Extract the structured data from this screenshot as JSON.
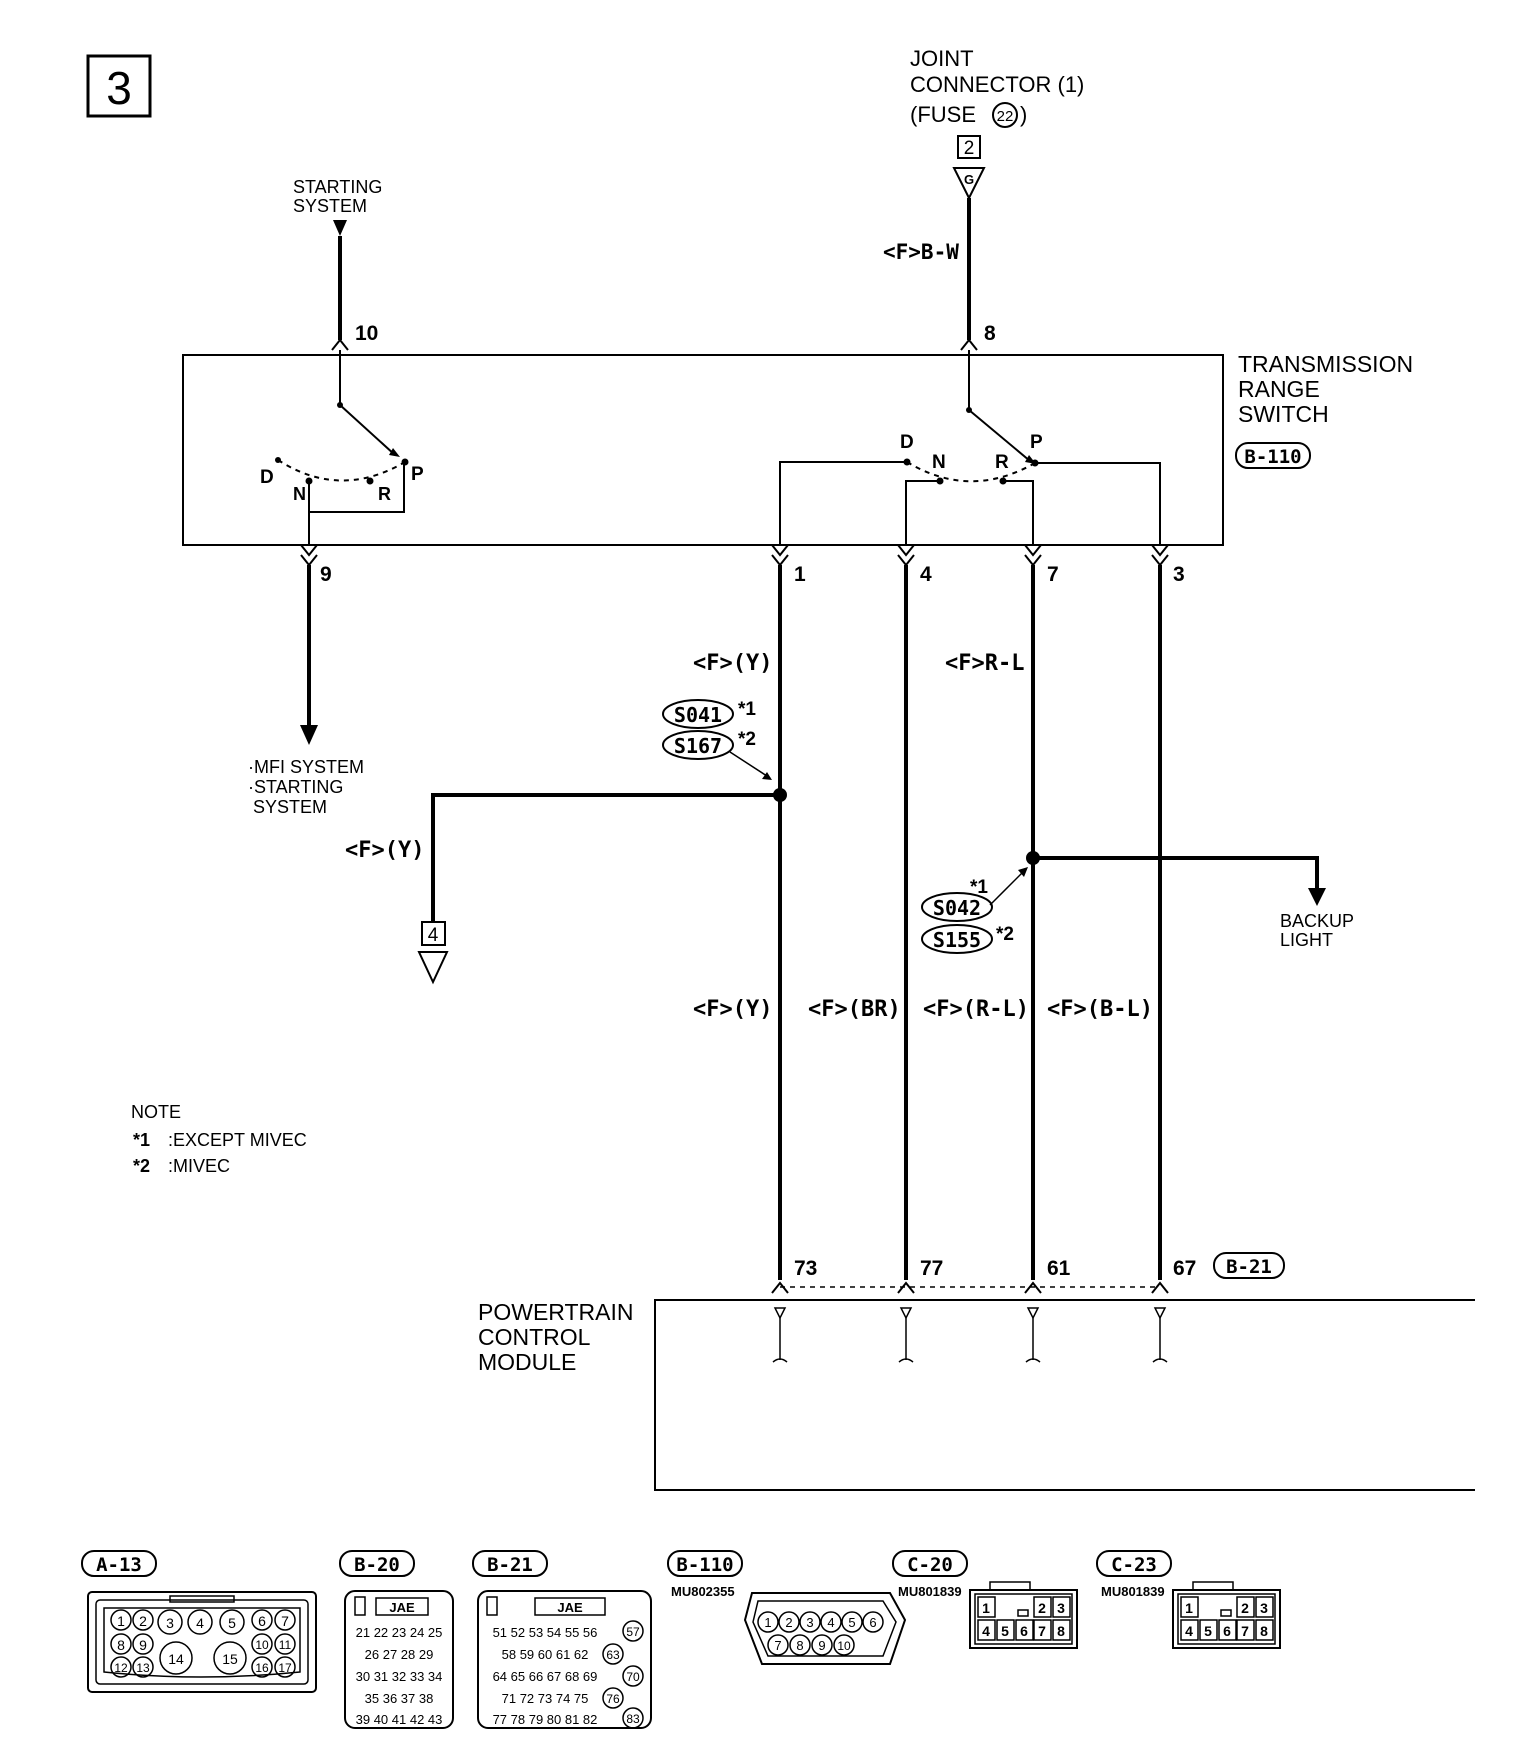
{
  "page_number": "3",
  "joint_connector": {
    "line1": "JOINT",
    "line2": "CONNECTOR (1)",
    "line3": "(FUSE",
    "fuse_no": "22",
    "close": ")",
    "terminal": "2",
    "arrow_mark": "G"
  },
  "starting_system_top": {
    "line1": "STARTING",
    "line2": "SYSTEM"
  },
  "transmission_range_switch": {
    "line1": "TRANSMISSION",
    "line2": "RANGE",
    "line3": "SWITCH",
    "code": "B-110"
  },
  "switch_terminals": {
    "t10": "10",
    "t8": "8",
    "t9": "9",
    "t1": "1",
    "t4": "4",
    "t7": "7",
    "t3": "3"
  },
  "positions": {
    "D": "D",
    "N": "N",
    "R": "R",
    "P": "P"
  },
  "wires": {
    "bw": "<F>B-W",
    "y_top": "<F>(Y)",
    "rl_top": "<F>R-L",
    "y_left": "<F>(Y)",
    "y_bottom": "<F>(Y)",
    "br": "<F>(BR)",
    "rl_bottom": "<F>(R-L)",
    "bl": "<F>(B-L)"
  },
  "splices": {
    "s041": "S041",
    "s167": "S167",
    "s042": "S042",
    "s155": "S155",
    "note1": "*1",
    "note2": "*2"
  },
  "mfi": {
    "line1": "·MFI SYSTEM",
    "line2": "·STARTING",
    "line3": "SYSTEM"
  },
  "connector_4": "4",
  "backup_light": {
    "line1": "BACKUP",
    "line2": "LIGHT"
  },
  "note": {
    "title": "NOTE",
    "n1_mark": "*1",
    "n1_text": ":EXCEPT MIVEC",
    "n2_mark": "*2",
    "n2_text": ":MIVEC"
  },
  "pcm_terminals": {
    "t73": "73",
    "t77": "77",
    "t61": "61",
    "t67": "67",
    "code": "B-21"
  },
  "pcm": {
    "line1": "POWERTRAIN",
    "line2": "CONTROL",
    "line3": "MODULE"
  },
  "connectors": {
    "a13": {
      "code": "A-13",
      "pins": [
        "1",
        "2",
        "3",
        "4",
        "5",
        "6",
        "7",
        "8",
        "9",
        "10",
        "11",
        "12",
        "13",
        "14",
        "15",
        "16",
        "17"
      ]
    },
    "b20": {
      "code": "B-20",
      "maker": "JAE",
      "rows": [
        "21 22 23 24 25",
        "26 27 28 29",
        "30 31 32 33 34",
        "35 36 37 38",
        "39 40 41 42 43"
      ]
    },
    "b21": {
      "code": "B-21",
      "maker": "JAE",
      "rows": [
        "51 52 53 54 55 56",
        "58 59 60 61 62",
        "64 65 66 67 68 69",
        "71 72 73 74 75",
        "77 78 79 80 81 82"
      ],
      "side": [
        "57",
        "63",
        "70",
        "76",
        "83"
      ]
    },
    "b110": {
      "code": "B-110",
      "part": "MU802355",
      "pins": [
        "1",
        "2",
        "3",
        "4",
        "5",
        "6",
        "7",
        "8",
        "9",
        "10"
      ]
    },
    "c20": {
      "code": "C-20",
      "part": "MU801839",
      "top": [
        "1",
        "2",
        "3"
      ],
      "bottom": [
        "4",
        "5",
        "6",
        "7",
        "8"
      ]
    },
    "c23": {
      "code": "C-23",
      "part": "MU801839",
      "top": [
        "1",
        "2",
        "3"
      ],
      "bottom": [
        "4",
        "5",
        "6",
        "7",
        "8"
      ]
    }
  }
}
